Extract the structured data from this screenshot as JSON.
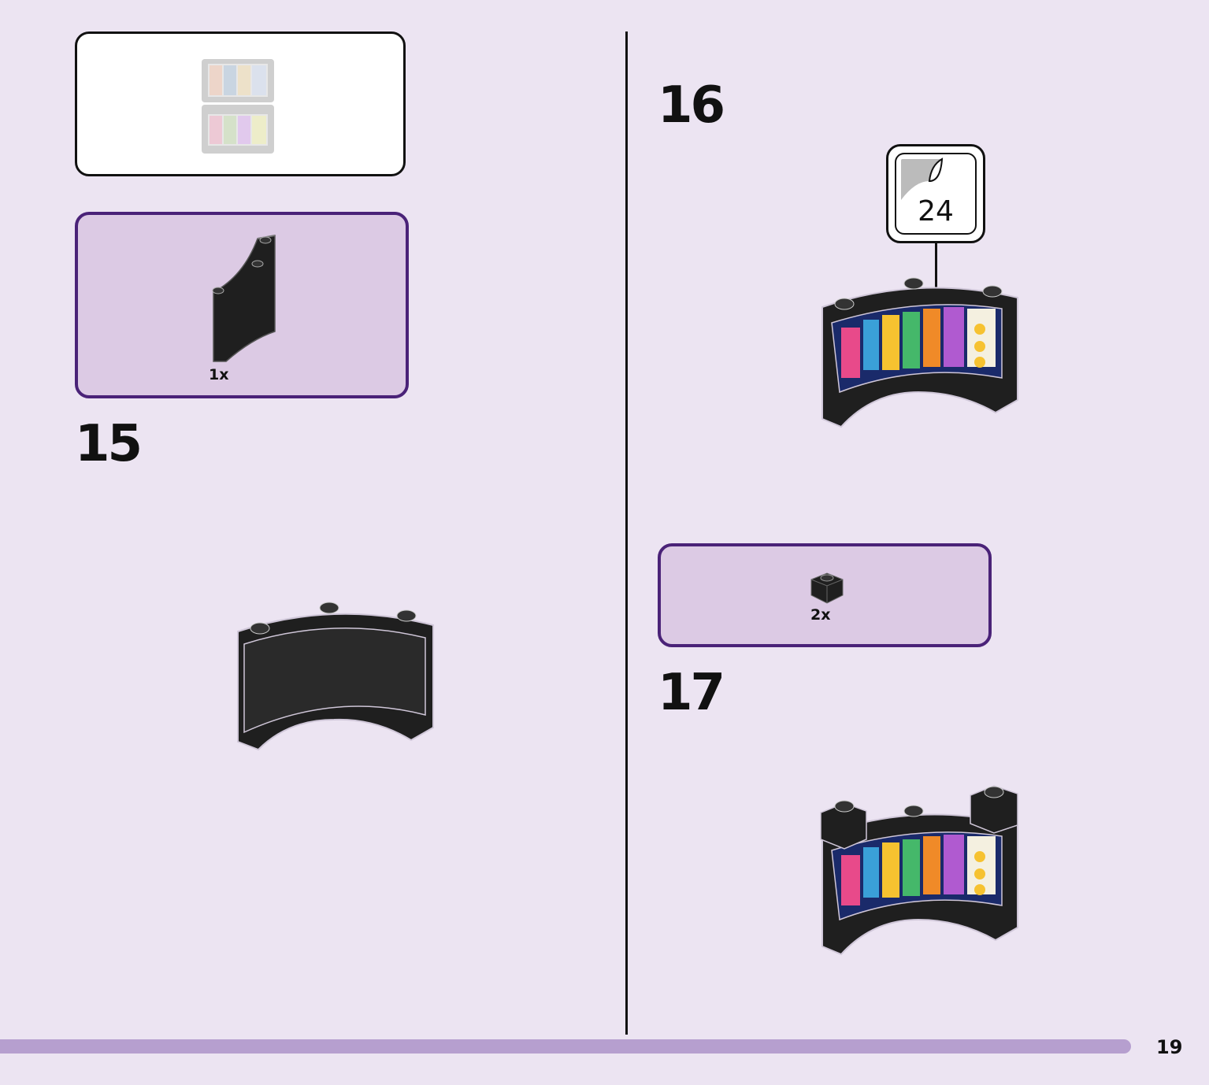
{
  "page_number": "19",
  "steps": [
    {
      "number": "15",
      "parts": [
        {
          "quantity": "1x",
          "part": "curved-wall-panel"
        }
      ]
    },
    {
      "number": "16",
      "sticker": "24"
    },
    {
      "number": "17",
      "parts": [
        {
          "quantity": "2x",
          "part": "brick-1x1"
        }
      ]
    }
  ],
  "colors": {
    "background": "#ece4f2",
    "part_box": "#dccae4",
    "part_box_border": "#4a2278",
    "bottom_bar": "#b69fcf",
    "brick": "#1f1f1f"
  }
}
